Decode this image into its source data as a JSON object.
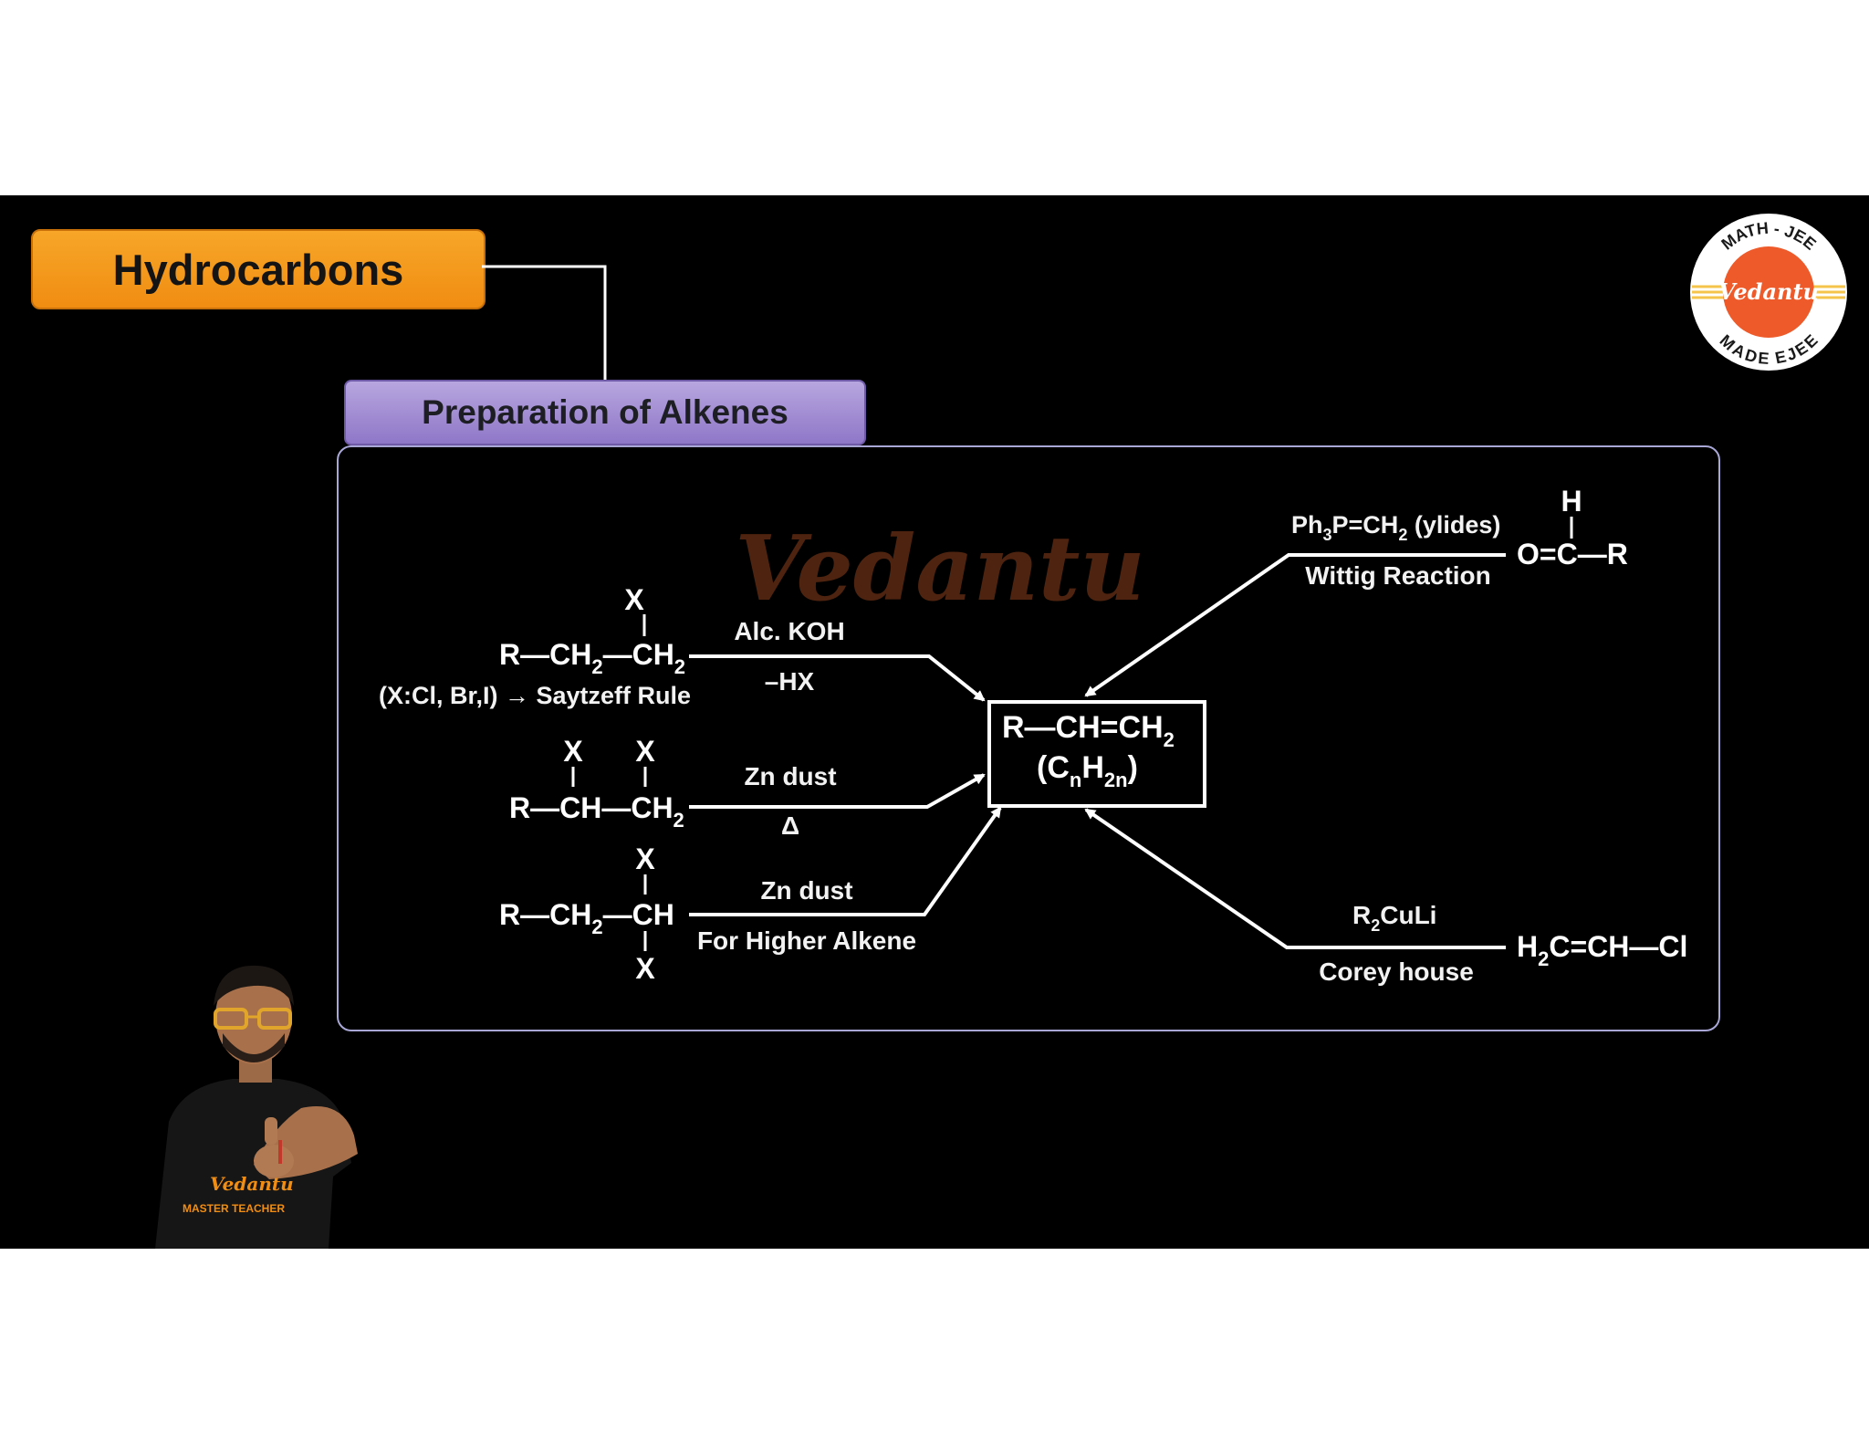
{
  "header": {
    "title": "Hydrocarbons"
  },
  "section": {
    "subtitle": "Preparation of Alkenes"
  },
  "watermark": "Vedantu",
  "logo": {
    "top_text": "MATH - JEE",
    "brand": "Vedantu",
    "bottom_text": "MADE EJEE"
  },
  "product": {
    "formula": "R—CH=CH",
    "sub": "2",
    "general_open": "(C",
    "general_n": "n",
    "general_h": "H",
    "general_2n": "2n",
    "general_close": ")"
  },
  "routes": [
    {
      "reagent": "Alc. KOH",
      "condition": "–HX",
      "note": "(X:Cl, Br,I) → Saytzeff Rule"
    },
    {
      "reagent": "Zn dust",
      "condition": "Δ"
    },
    {
      "reagent": "Zn dust",
      "condition": "For Higher Alkene"
    },
    {
      "reagent_main": "Ph",
      "reagent_rest": "P=CH",
      "reagent_tail": " (ylides)",
      "condition": "Wittig Reaction"
    },
    {
      "reagent_main": "R",
      "reagent_rest": "CuLi",
      "condition": "Corey house"
    }
  ],
  "presenter": {
    "shirt_text_top": "Vedantu",
    "shirt_text_bottom": "MASTER TEACHER"
  },
  "colors": {
    "title_bg": "#f39a1b",
    "subtitle_bg": "#a38fd4",
    "frame_border": "#a9a7d6",
    "logo_accent": "#ef5a2a"
  }
}
